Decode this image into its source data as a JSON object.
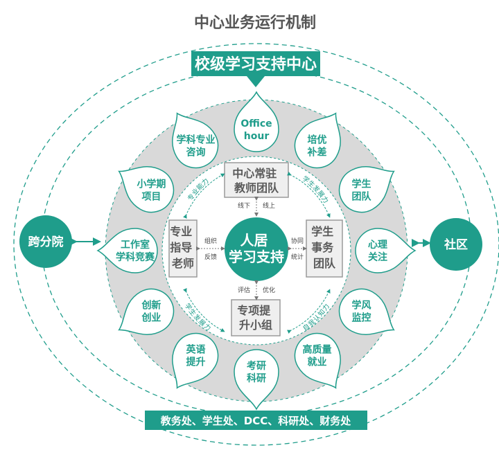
{
  "title": "中心业务运行机制",
  "top_banner": "校级学习支持中心",
  "bottom_banner": "教务处、学生处、DCC、科研处、财务处",
  "left_node": "跨分院",
  "right_node": "社区",
  "petals": [
    {
      "lines": [
        "Office",
        "hour"
      ]
    },
    {
      "lines": [
        "培优",
        "补差"
      ]
    },
    {
      "lines": [
        "学生",
        "团队"
      ]
    },
    {
      "lines": [
        "心理",
        "关注"
      ]
    },
    {
      "lines": [
        "学风",
        "监控"
      ]
    },
    {
      "lines": [
        "高质量",
        "就业"
      ]
    },
    {
      "lines": [
        "考研",
        "科研"
      ]
    },
    {
      "lines": [
        "英语",
        "提升"
      ]
    },
    {
      "lines": [
        "创新",
        "创业"
      ]
    },
    {
      "lines": [
        "工作室",
        "学科竞赛"
      ]
    },
    {
      "lines": [
        "小学期",
        "项目"
      ]
    },
    {
      "lines": [
        "学科专业",
        "咨询"
      ]
    }
  ],
  "hub": {
    "lines": [
      "人居",
      "学习支持"
    ]
  },
  "boxes": {
    "top": {
      "lines": [
        "中心常驻",
        "教师团队"
      ]
    },
    "left": {
      "lines": [
        "专业",
        "指导",
        "老师"
      ]
    },
    "right": {
      "lines": [
        "学生",
        "事务",
        "团队"
      ]
    },
    "bottom": {
      "lines": [
        "专项提",
        "升小组"
      ]
    }
  },
  "connectors": {
    "top_left": "线下",
    "top_right": "线上",
    "left_top": "组织",
    "left_bottom": "反馈",
    "right_top": "协同",
    "right_bottom": "统计",
    "bottom_left": "评估",
    "bottom_right": "优化"
  },
  "arcs": {
    "upper_left": "专业能力",
    "upper_right": "学生发展力",
    "lower_left": "学生发展力",
    "lower_right": "自我认知力"
  },
  "colors": {
    "teal": "#1f9d8b",
    "gray_ring": "#d9d9d9",
    "box_fill": "#efefef"
  }
}
